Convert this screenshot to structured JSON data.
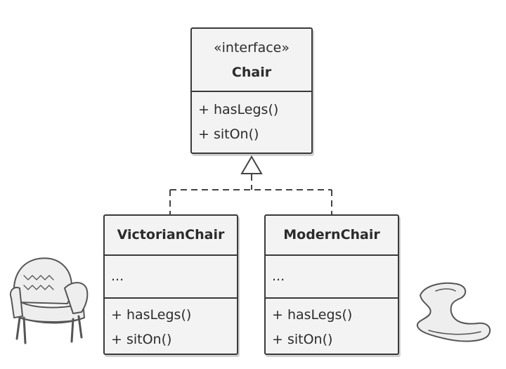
{
  "interface_box": {
    "stereotype": "«interface»",
    "name": "Chair",
    "methods": [
      "+ hasLegs()",
      "+ sitOn()"
    ]
  },
  "classes": [
    {
      "name": "VictorianChair",
      "fields": "...",
      "methods": [
        "+ hasLegs()",
        "+ sitOn()"
      ]
    },
    {
      "name": "ModernChair",
      "fields": "...",
      "methods": [
        "+ hasLegs()",
        "+ sitOn()"
      ]
    }
  ],
  "relationship": "realization",
  "illustrations": [
    "victorian-armchair-icon",
    "modern-curved-chair-icon"
  ]
}
